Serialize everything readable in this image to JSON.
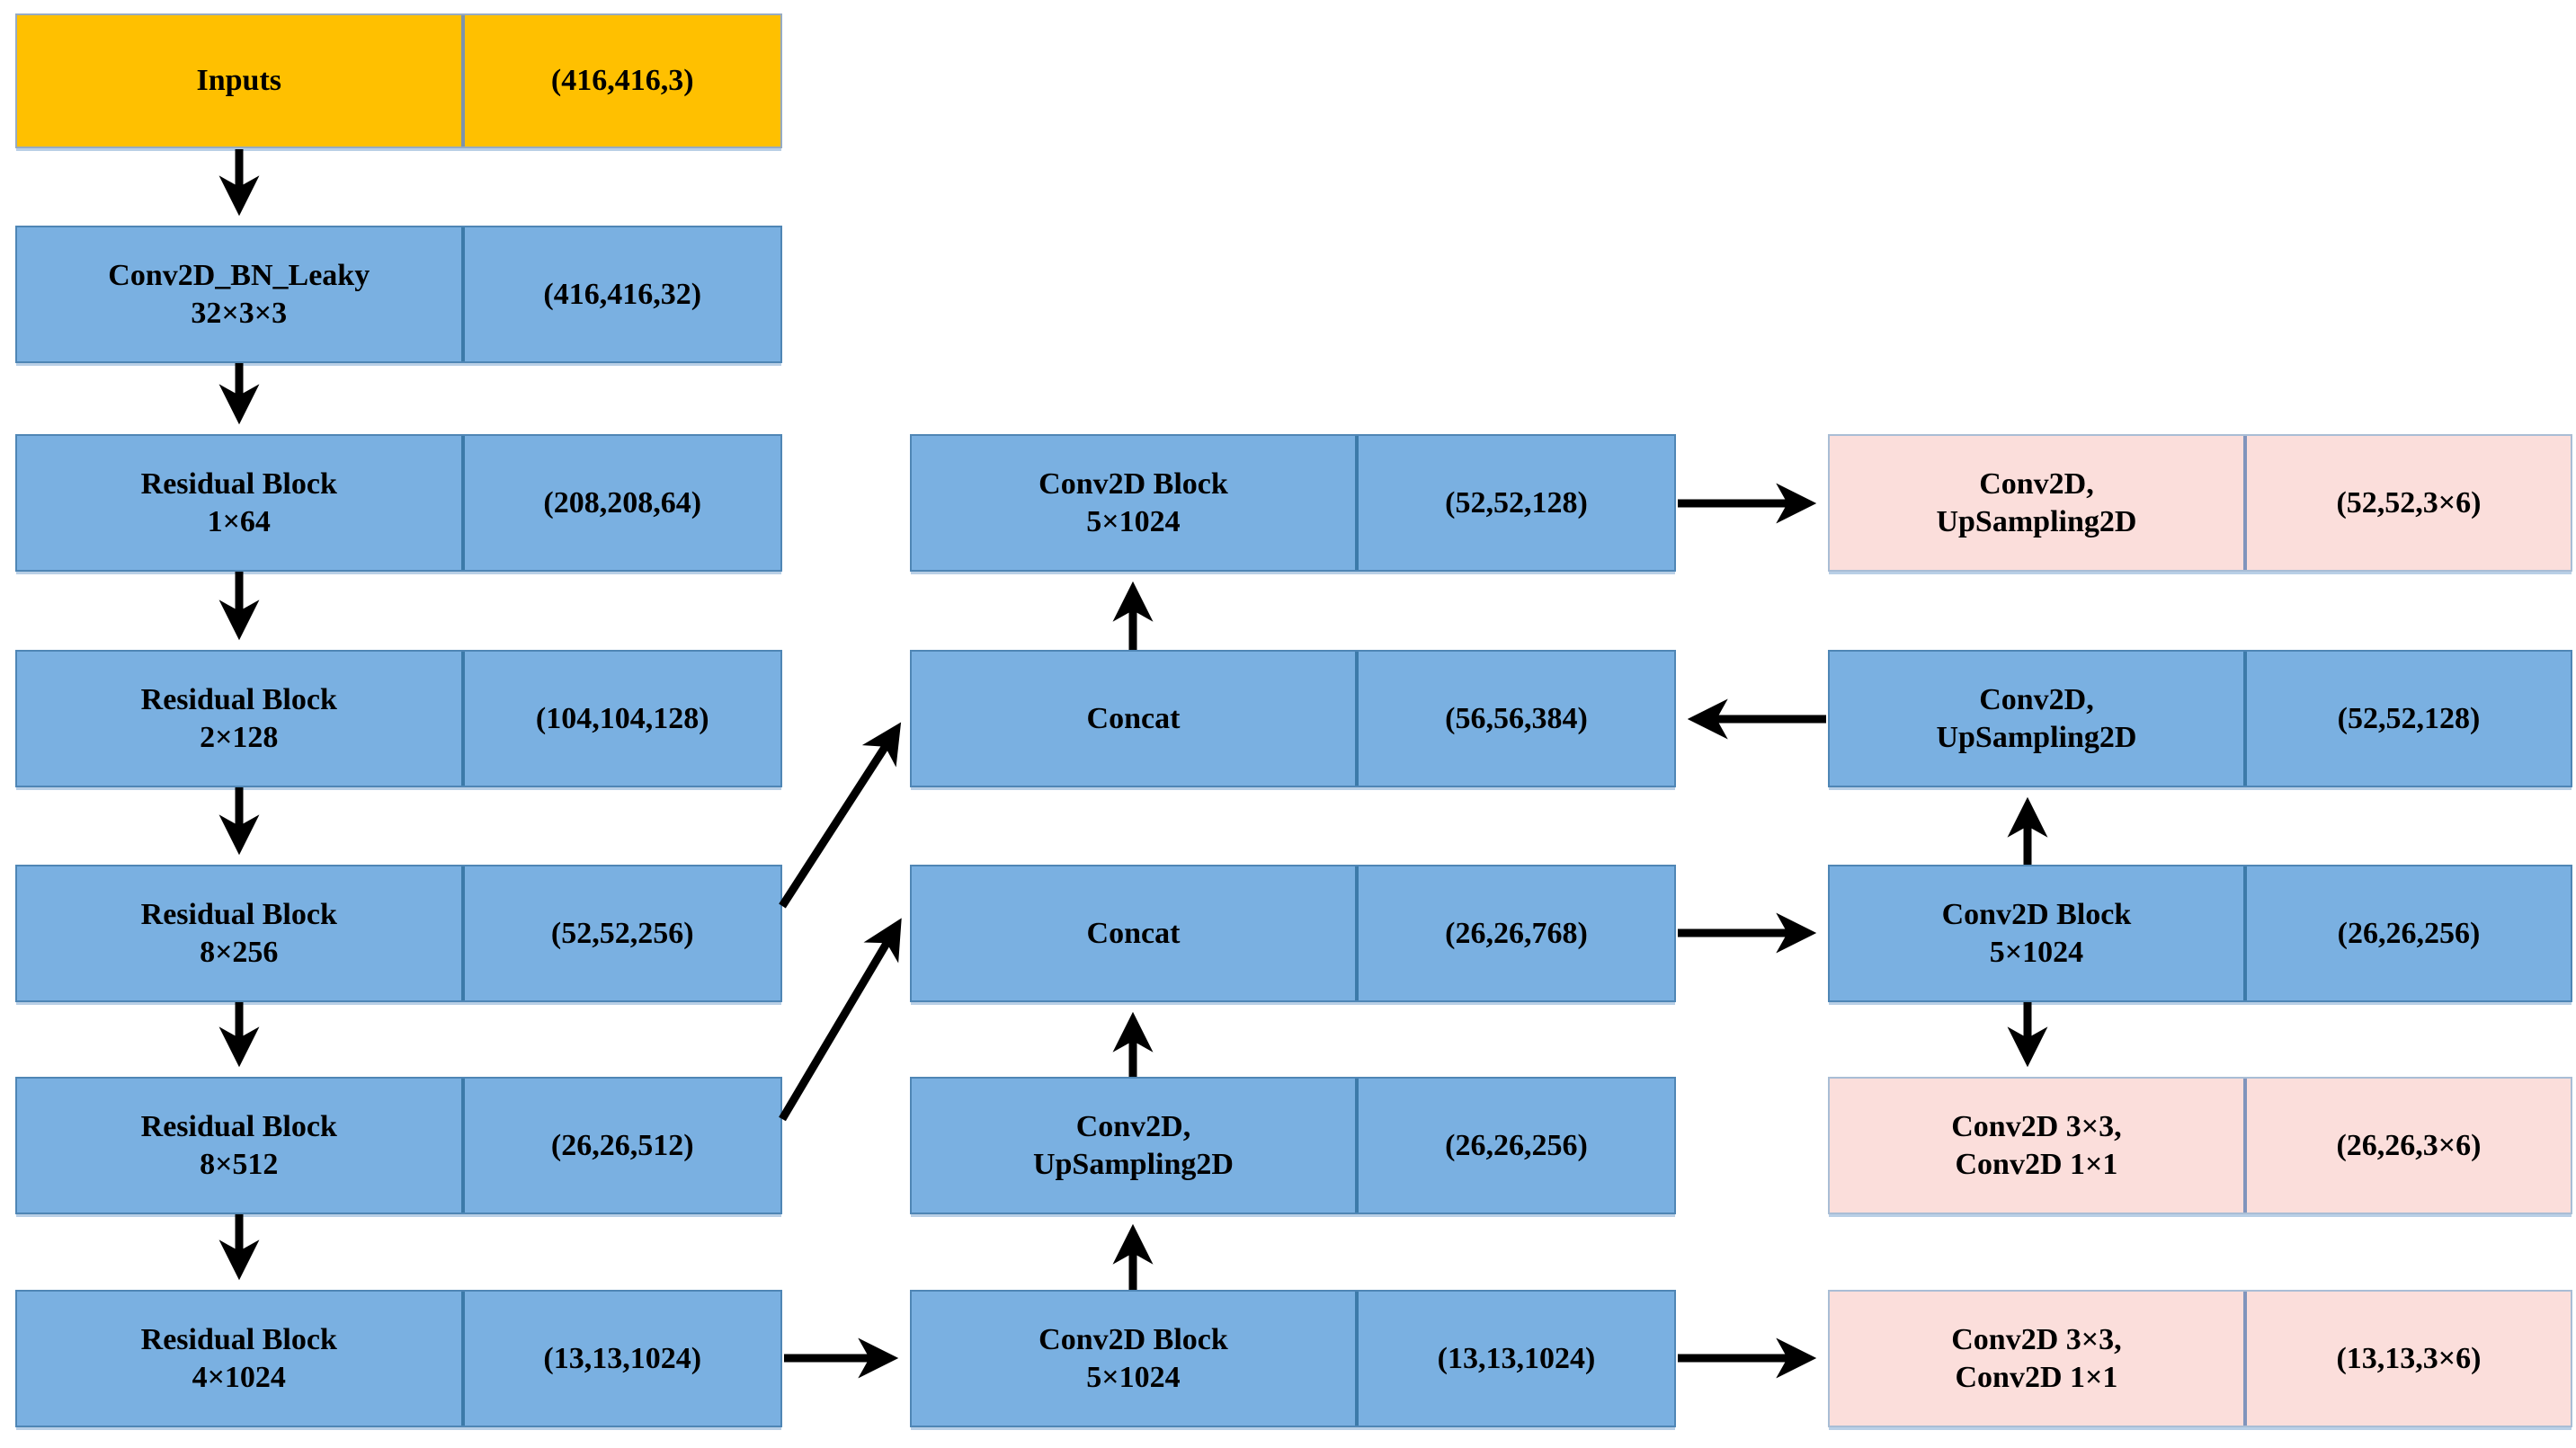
{
  "colors": {
    "input_fill": "#ffc000",
    "backbone_fill": "#7ab0e1",
    "head_fill": "#fbdedb",
    "arrow": "#000000"
  },
  "blocks": [
    {
      "id": "inputs",
      "line1": "Inputs",
      "line2": "",
      "dims": "(416,416,3)"
    },
    {
      "id": "conv2d-bn-leaky",
      "line1": "Conv2D_BN_Leaky",
      "line2": "32×3×3",
      "dims": "(416,416,32)"
    },
    {
      "id": "residual-1x64",
      "line1": "Residual Block",
      "line2": "1×64",
      "dims": "(208,208,64)"
    },
    {
      "id": "residual-2x128",
      "line1": "Residual Block",
      "line2": "2×128",
      "dims": "(104,104,128)"
    },
    {
      "id": "residual-8x256",
      "line1": "Residual Block",
      "line2": "8×256",
      "dims": "(52,52,256)"
    },
    {
      "id": "residual-8x512",
      "line1": "Residual Block",
      "line2": "8×512",
      "dims": "(26,26,512)"
    },
    {
      "id": "residual-4x1024",
      "line1": "Residual Block",
      "line2": "4×1024",
      "dims": "(13,13,1024)"
    },
    {
      "id": "conv2d-block-52",
      "line1": "Conv2D Block",
      "line2": "5×1024",
      "dims": "(52,52,128)"
    },
    {
      "id": "concat-56",
      "line1": "Concat",
      "line2": "",
      "dims": "(56,56,384)"
    },
    {
      "id": "concat-26",
      "line1": "Concat",
      "line2": "",
      "dims": "(26,26,768)"
    },
    {
      "id": "upsample-mid",
      "line1": "Conv2D,",
      "line2": "UpSampling2D",
      "dims": "(26,26,256)"
    },
    {
      "id": "conv2d-block-13",
      "line1": "Conv2D Block",
      "line2": "5×1024",
      "dims": "(13,13,1024)"
    },
    {
      "id": "head-52",
      "line1": "Conv2D,",
      "line2": "UpSampling2D",
      "dims": "(52,52,3×6)"
    },
    {
      "id": "upsample-right",
      "line1": "Conv2D,",
      "line2": "UpSampling2D",
      "dims": "(52,52,128)"
    },
    {
      "id": "conv2d-block-26",
      "line1": "Conv2D Block",
      "line2": "5×1024",
      "dims": "(26,26,256)"
    },
    {
      "id": "head-26",
      "line1": "Conv2D 3×3,",
      "line2": "Conv2D 1×1",
      "dims": "(26,26,3×6)"
    },
    {
      "id": "head-13",
      "line1": "Conv2D 3×3,",
      "line2": "Conv2D 1×1",
      "dims": "(13,13,3×6)"
    }
  ],
  "edges": [
    {
      "from": "inputs",
      "to": "conv2d-bn-leaky"
    },
    {
      "from": "conv2d-bn-leaky",
      "to": "residual-1x64"
    },
    {
      "from": "residual-1x64",
      "to": "residual-2x128"
    },
    {
      "from": "residual-2x128",
      "to": "residual-8x256"
    },
    {
      "from": "residual-8x256",
      "to": "residual-8x512"
    },
    {
      "from": "residual-8x512",
      "to": "residual-4x1024"
    },
    {
      "from": "residual-4x1024",
      "to": "conv2d-block-13"
    },
    {
      "from": "conv2d-block-13",
      "to": "upsample-mid"
    },
    {
      "from": "upsample-mid",
      "to": "concat-26"
    },
    {
      "from": "residual-8x512",
      "to": "concat-26"
    },
    {
      "from": "concat-26",
      "to": "conv2d-block-26"
    },
    {
      "from": "conv2d-block-26",
      "to": "upsample-right"
    },
    {
      "from": "upsample-right",
      "to": "concat-56"
    },
    {
      "from": "residual-8x256",
      "to": "concat-56"
    },
    {
      "from": "concat-56",
      "to": "conv2d-block-52"
    },
    {
      "from": "conv2d-block-52",
      "to": "head-52"
    },
    {
      "from": "conv2d-block-26",
      "to": "head-26"
    },
    {
      "from": "conv2d-block-13",
      "to": "head-13"
    }
  ]
}
